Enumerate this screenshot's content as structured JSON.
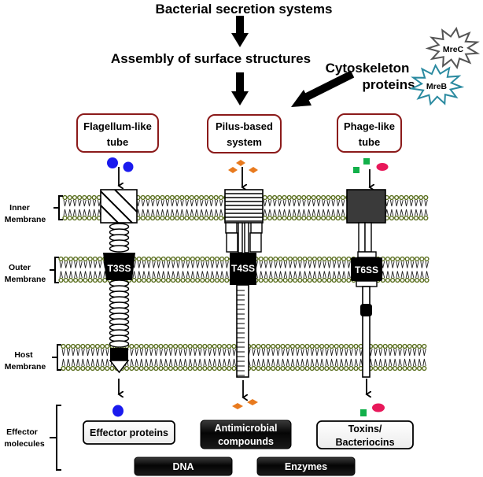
{
  "header": {
    "title": "Bacterial secretion systems",
    "subtitle": "Assembly of surface structures",
    "cytoskeleton_line1": "Cytoskeleton",
    "cytoskeleton_line2": "proteins",
    "cytoskeleton_proteins": [
      {
        "name": "MreC",
        "color": "#555555"
      },
      {
        "name": "MreB",
        "color": "#2a8aa0"
      }
    ]
  },
  "systems": [
    {
      "id": "flagellum",
      "box_line1": "Flagellum-like",
      "box_line2": "tube",
      "secretion_label": "T3SS",
      "cargo": "blue-circles",
      "cargo_color": "#1a1aee"
    },
    {
      "id": "pilus",
      "box_line1": "Pilus-based",
      "box_line2": "system",
      "secretion_label": "T4SS",
      "cargo": "orange-diamonds",
      "cargo_color": "#e87a1e"
    },
    {
      "id": "phage",
      "box_line1": "Phage-like",
      "box_line2": "tube",
      "secretion_label": "T6SS",
      "cargo": "green-squares-pink-oval",
      "cargo_color": "#12b04a",
      "cargo_color2": "#e8185a"
    }
  ],
  "membranes": [
    {
      "line1": "Inner",
      "line2": "Membrane"
    },
    {
      "line1": "Outer",
      "line2": "Membrane"
    },
    {
      "line1": "Host",
      "line2": "Membrane"
    }
  ],
  "membrane_color": "#5a6e1e",
  "box_border_color": "#8b1a1a",
  "effectors": {
    "group_line1": "Effector",
    "group_line2": "molecules",
    "items": [
      {
        "line1": "Effector proteins",
        "line2": "",
        "style": "light"
      },
      {
        "line1": "Antimicrobial",
        "line2": "compounds",
        "style": "dark"
      },
      {
        "line1": "Toxins/",
        "line2": "Bacteriocins",
        "style": "light"
      },
      {
        "line1": "DNA",
        "line2": "",
        "style": "dark"
      },
      {
        "line1": "Enzymes",
        "line2": "",
        "style": "dark"
      }
    ]
  }
}
